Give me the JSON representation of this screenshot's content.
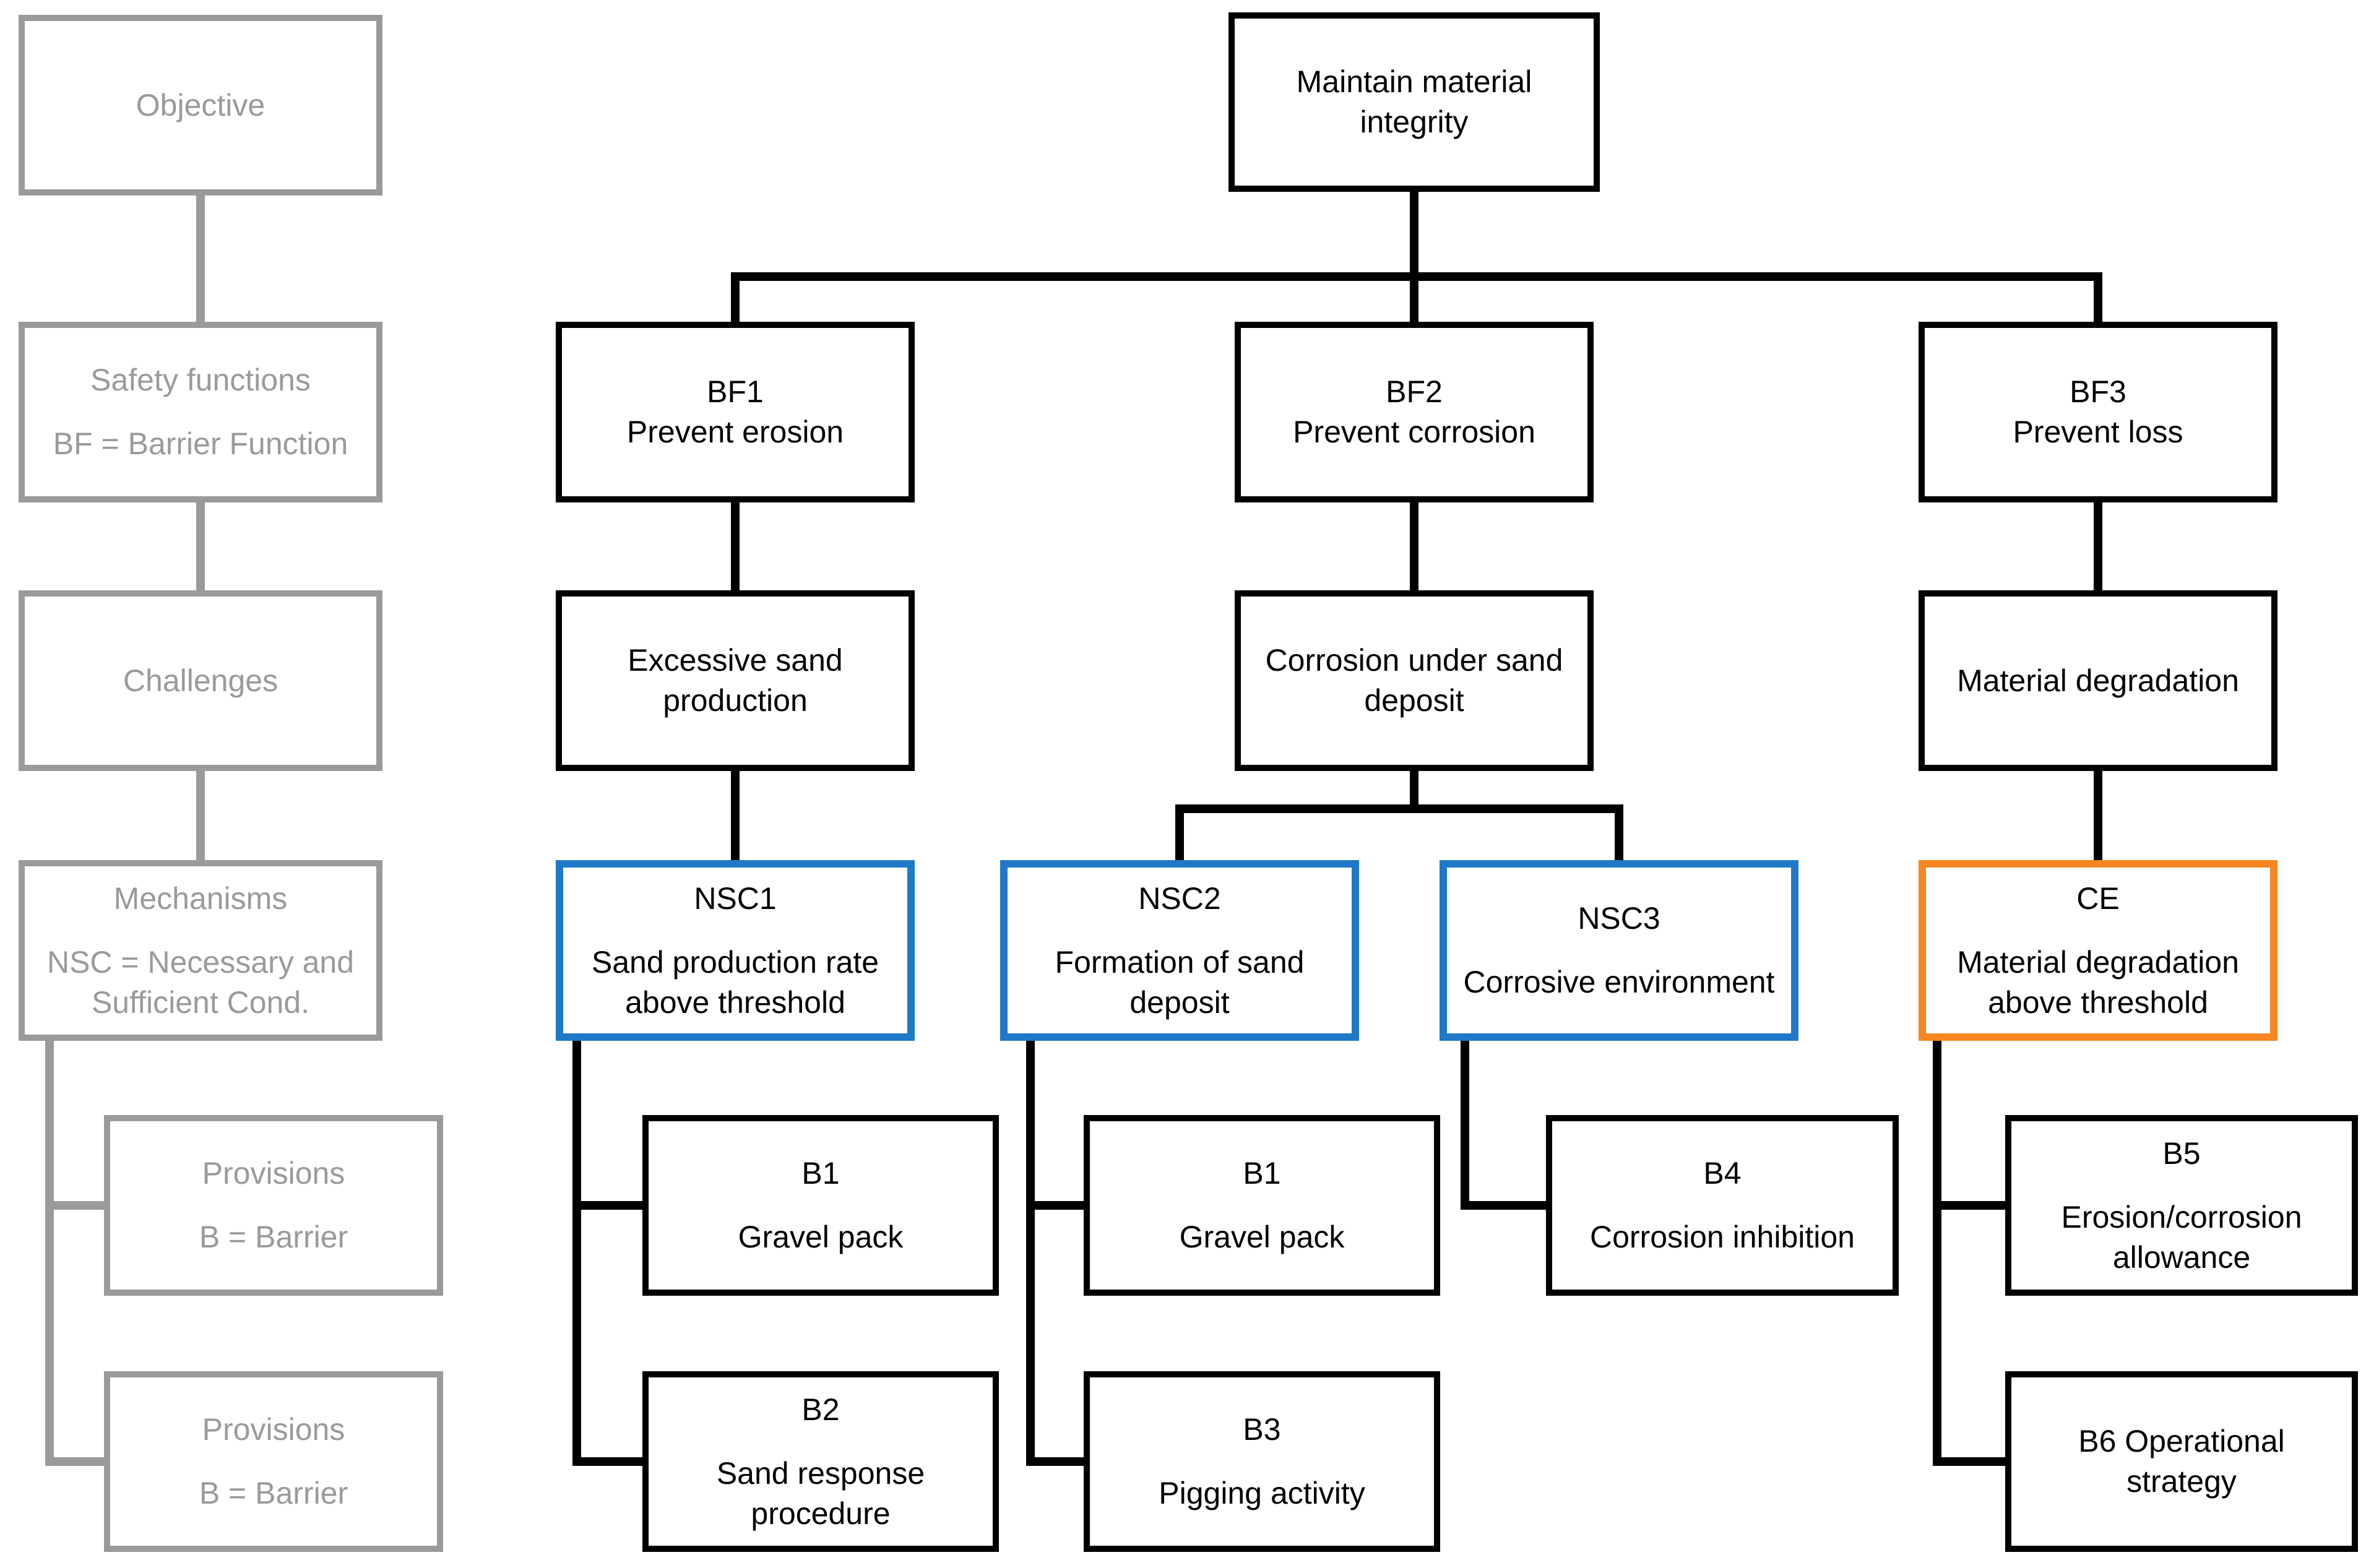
{
  "figure": {
    "type": "barrier-function-tree-diagram",
    "background": "#ffffff"
  },
  "colors": {
    "tree_black": "#000000",
    "legend_gray": "#9a9a9a",
    "nsc_blue": "#1f78c8",
    "ce_orange": "#f6861f"
  },
  "legend": {
    "objective": {
      "label": "Objective"
    },
    "safety": {
      "title": "Safety functions",
      "note": "BF = Barrier Function"
    },
    "challenges": {
      "label": "Challenges"
    },
    "mechanisms": {
      "title": "Mechanisms",
      "note": "NSC = Necessary and Sufficient Cond."
    },
    "provisions1": {
      "title": "Provisions",
      "note": "B = Barrier"
    },
    "provisions2": {
      "title": "Provisions",
      "note": "B = Barrier"
    }
  },
  "tree": {
    "objective": {
      "label": "Maintain material integrity"
    },
    "bf1": {
      "code": "BF1",
      "label": "Prevent erosion"
    },
    "bf2": {
      "code": "BF2",
      "label": "Prevent corrosion"
    },
    "bf3": {
      "code": "BF3",
      "label": "Prevent loss"
    },
    "ch1": {
      "label": "Excessive sand production"
    },
    "ch2": {
      "label": "Corrosion under sand deposit"
    },
    "ch3": {
      "label": "Material degradation"
    },
    "nsc1": {
      "code": "NSC1",
      "label": "Sand production rate above threshold"
    },
    "nsc2": {
      "code": "NSC2",
      "label": "Formation of sand deposit"
    },
    "nsc3": {
      "code": "NSC3",
      "label": "Corrosive environment"
    },
    "ce": {
      "code": "CE",
      "label": "Material degradation above threshold"
    },
    "b1a": {
      "code": "B1",
      "label": "Gravel pack"
    },
    "b2": {
      "code": "B2",
      "label": "Sand response procedure"
    },
    "b1b": {
      "code": "B1",
      "label": "Gravel pack"
    },
    "b3": {
      "code": "B3",
      "label": "Pigging activity"
    },
    "b4": {
      "code": "B4",
      "label": "Corrosion inhibition"
    },
    "b5": {
      "code": "B5",
      "label": "Erosion/corrosion allowance"
    },
    "b6": {
      "label": "B6 Operational strategy"
    }
  }
}
